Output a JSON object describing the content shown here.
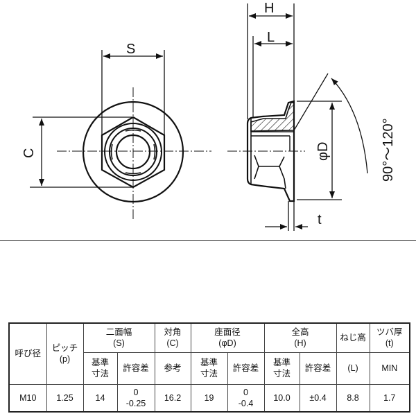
{
  "drawing": {
    "front_view": {
      "width_label": "S",
      "corner_label": "C"
    },
    "side_view": {
      "height_label": "H",
      "thread_label": "L",
      "diameter_label": "φD",
      "flange_label": "t",
      "angle_label": "90°〜120°"
    }
  },
  "table": {
    "headers": {
      "nominal": "呼び径",
      "pitch": "ピッチ",
      "pitch_sym": "(p)",
      "s": "二面幅",
      "s_sym": "(S)",
      "c": "対角",
      "c_sym": "(C)",
      "d": "座面径",
      "d_sym": "(φD)",
      "h": "全高",
      "h_sym": "(H)",
      "l": "ねじ高",
      "t": "ツバ厚",
      "t_sym": "(t)"
    },
    "subheaders": {
      "s_std": "基準寸法",
      "s_tol": "許容差",
      "c_ref": "参考",
      "d_std": "基準寸法",
      "d_tol": "許容差",
      "h_std": "基準寸法",
      "h_tol": "許容差",
      "l_sym": "(L)",
      "t_min": "MIN"
    },
    "row": {
      "nominal": "M10",
      "pitch": "1.25",
      "s_std": "14",
      "s_tol_upper": "0",
      "s_tol_lower": "-0.25",
      "c_ref": "16.2",
      "d_std": "19",
      "d_tol_upper": "0",
      "d_tol_lower": "-0.4",
      "h_std": "10.0",
      "h_tol": "±0.4",
      "l": "8.8",
      "t_min": "1.7"
    }
  }
}
